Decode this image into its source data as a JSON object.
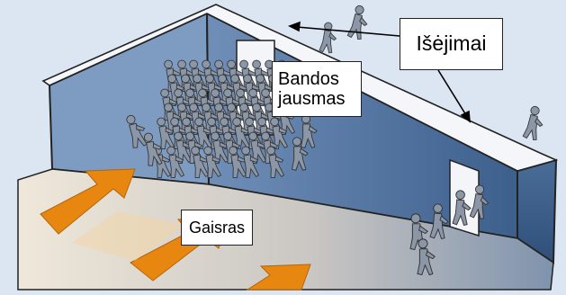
{
  "labels": {
    "exits": "Išėjimai",
    "herd_line1": "Bandos",
    "herd_line2": "jausmas",
    "fire": "Gaisras"
  },
  "colors": {
    "background": "#dbe6f2",
    "wall_dark": "#3d5f8c",
    "wall_mid": "#6f8fb8",
    "floor_light": "#e9e4d8",
    "fire_orange": "#e8870f",
    "person": "#8b96a6",
    "outline": "#222222"
  },
  "icons": {
    "people": "person-figure-icon",
    "fire_direction": "arrow-icon"
  }
}
